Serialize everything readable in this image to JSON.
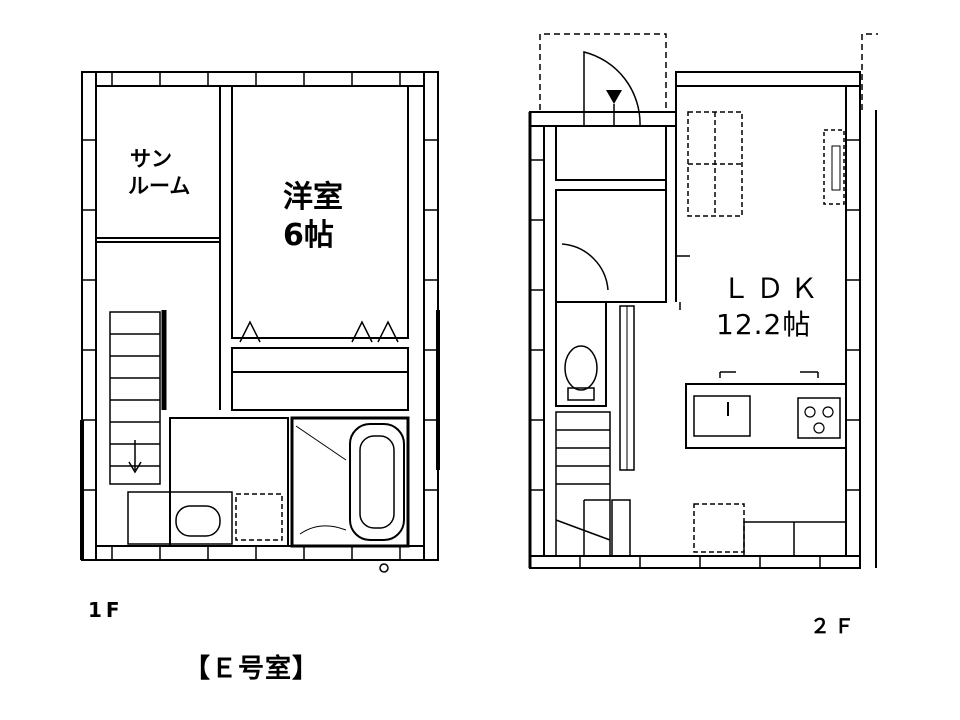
{
  "floor1": {
    "label": "1F",
    "rooms": {
      "sunroom_line1": "サン",
      "sunroom_line2": "ルーム",
      "western_line1": "洋室",
      "western_line2": "6帖"
    }
  },
  "floor2": {
    "label": "２Ｆ",
    "rooms": {
      "ldk_line1": "ＬＤＫ",
      "ldk_line2": "12.2帖"
    }
  },
  "unit_label": "【Ｅ号室】",
  "colors": {
    "wall": "#000000",
    "background": "#ffffff",
    "dash": "#555555"
  }
}
